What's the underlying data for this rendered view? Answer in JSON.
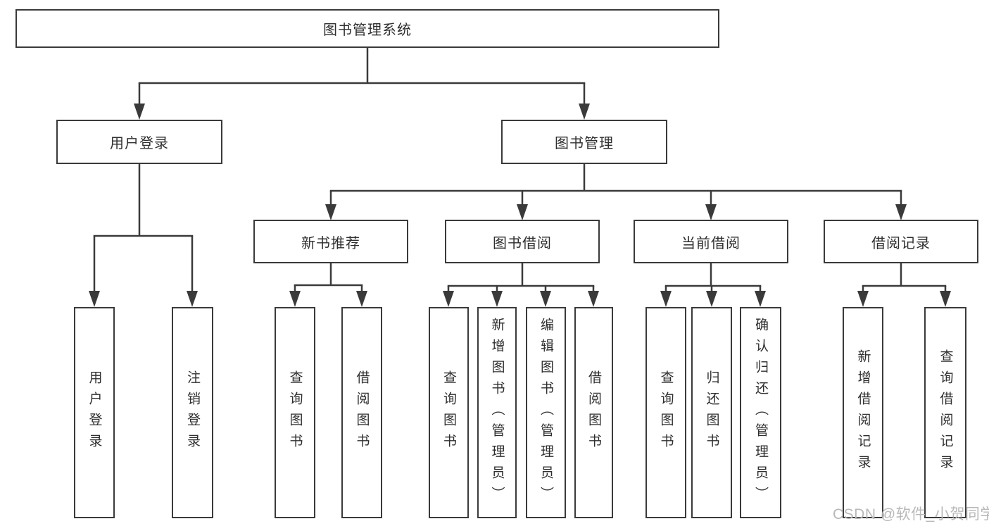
{
  "diagram": {
    "root": "图书管理系统",
    "level2": [
      "用户登录",
      "图书管理"
    ],
    "level3": [
      "新书推荐",
      "图书借阅",
      "当前借阅",
      "借阅记录"
    ],
    "leaves": {
      "user_login": [
        "用户登录",
        "注销登录"
      ],
      "new_books": [
        "查询图书",
        "借阅图书"
      ],
      "book_borrow": [
        "查询图书",
        "新增图书（管理员）",
        "编辑图书（管理员）",
        "借阅图书"
      ],
      "current_borrow": [
        "查询图书",
        "归还图书",
        "确认归还（管理员）"
      ],
      "borrow_records": [
        "新增借阅记录",
        "查询借阅记录"
      ]
    }
  },
  "watermark": {
    "text": "CSDN @软件_小贺同学"
  },
  "colors": {
    "line": "#3a3a3a",
    "text": "#2e2e2e",
    "watermark": "#b8b8b8",
    "background": "#ffffff"
  }
}
